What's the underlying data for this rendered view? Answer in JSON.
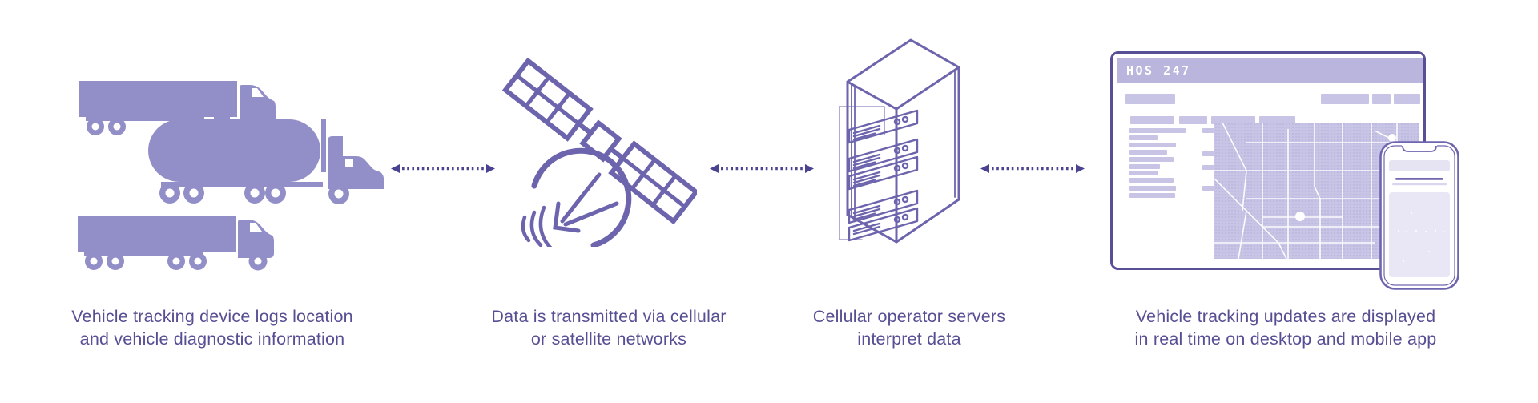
{
  "steps": [
    {
      "name": "vehicles",
      "caption": [
        "Vehicle tracking device logs location",
        "and vehicle diagnostic information"
      ]
    },
    {
      "name": "transmission",
      "caption": [
        "Data is transmitted via cellular",
        "or satellite networks"
      ]
    },
    {
      "name": "servers",
      "caption": [
        "Cellular operator servers",
        "interpret data"
      ]
    },
    {
      "name": "display",
      "caption": [
        "Vehicle tracking updates are displayed",
        "in real time on desktop and mobile app"
      ]
    }
  ],
  "desktop_app": {
    "brand": "HOS 247"
  },
  "icons": [
    "box-truck-icon",
    "tanker-truck-icon",
    "satellite-icon",
    "server-rack-icon",
    "desktop-monitor-icon",
    "smartphone-icon",
    "dotted-double-arrow-icon"
  ],
  "colors": {
    "solid_purple": "#928EC7",
    "outline_purple": "#6C65AD",
    "arrow_indigo": "#4A4392",
    "caption_text": "#564F93",
    "header_lavender": "#B9B5DC",
    "block_lavender": "#C7C4E5",
    "panel_lavender": "#E9E7F5",
    "background": "#FFFFFF"
  }
}
